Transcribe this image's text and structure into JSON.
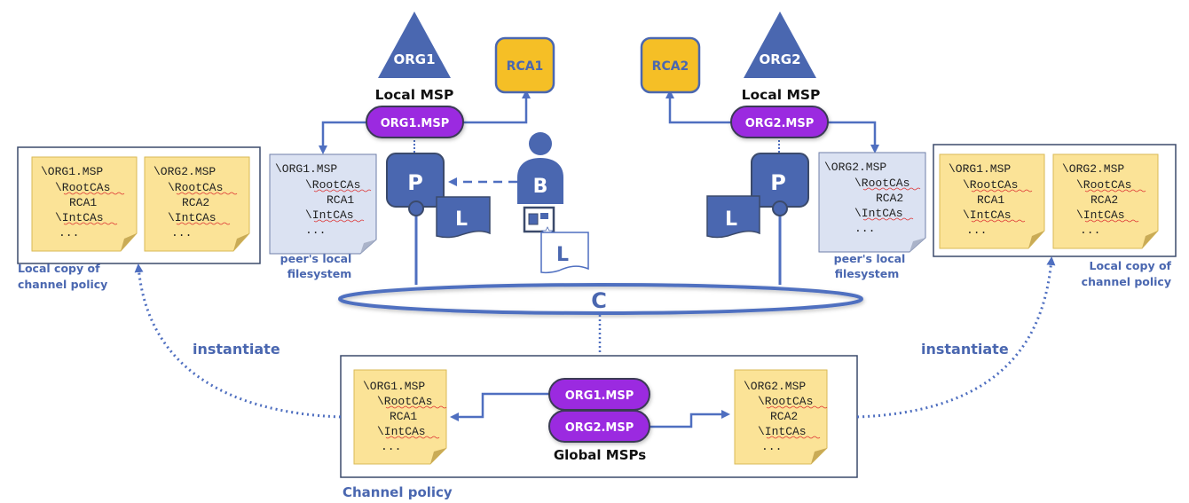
{
  "colors": {
    "primary_blue": "#4a67b0",
    "line_blue": "#4f6fc0",
    "purple": "#9b2be0",
    "gold": "#f5bf26",
    "note_yellow": "#fbe397",
    "note_blue": "#dbe2f2",
    "dark_border": "#3b4a6b"
  },
  "org1": {
    "triangle_label": "ORG1",
    "local_msp_label": "Local MSP",
    "msp_pill": "ORG1.MSP",
    "rca_label": "RCA1",
    "peer_label": "P",
    "ledger_label": "L",
    "filesystem_note": [
      "\\ORG1.MSP",
      "\\RootCAs",
      "RCA1",
      "\\IntCAs",
      "..."
    ],
    "filesystem_caption": [
      "peer's local",
      "filesystem"
    ]
  },
  "org2": {
    "triangle_label": "ORG2",
    "local_msp_label": "Local MSP",
    "msp_pill": "ORG2.MSP",
    "rca_label": "RCA2",
    "peer_label": "P",
    "ledger_label": "L",
    "filesystem_note": [
      "\\ORG2.MSP",
      "\\RootCAs",
      "RCA2",
      "\\IntCAs",
      "..."
    ],
    "filesystem_caption": [
      "peer's local",
      "filesystem"
    ]
  },
  "user": {
    "label": "B"
  },
  "channel": {
    "label": "C",
    "ledger_label": "L"
  },
  "local_copy_left": {
    "notes": [
      [
        "\\ORG1.MSP",
        "\\RootCAs",
        "RCA1",
        "\\IntCAs",
        "..."
      ],
      [
        "\\ORG2.MSP",
        "\\RootCAs",
        "RCA2",
        "\\IntCAs",
        "..."
      ]
    ],
    "caption": [
      "Local copy of",
      "channel policy"
    ]
  },
  "local_copy_right": {
    "notes": [
      [
        "\\ORG1.MSP",
        "\\RootCAs",
        "RCA1",
        "\\IntCAs",
        "..."
      ],
      [
        "\\ORG2.MSP",
        "\\RootCAs",
        "RCA2",
        "\\IntCAs",
        "..."
      ]
    ],
    "caption": [
      "Local copy of",
      "channel policy"
    ]
  },
  "channel_policy": {
    "caption": "Channel policy",
    "global_msps_label": "Global MSPs",
    "pills": [
      "ORG1.MSP",
      "ORG2.MSP"
    ],
    "notes": [
      [
        "\\ORG1.MSP",
        "\\RootCAs",
        "RCA1",
        "\\IntCAs",
        "..."
      ],
      [
        "\\ORG2.MSP",
        "\\RootCAs",
        "RCA2",
        "\\IntCAs",
        "..."
      ]
    ]
  },
  "arrows": {
    "instantiate_left": "instantiate",
    "instantiate_right": "instantiate"
  }
}
